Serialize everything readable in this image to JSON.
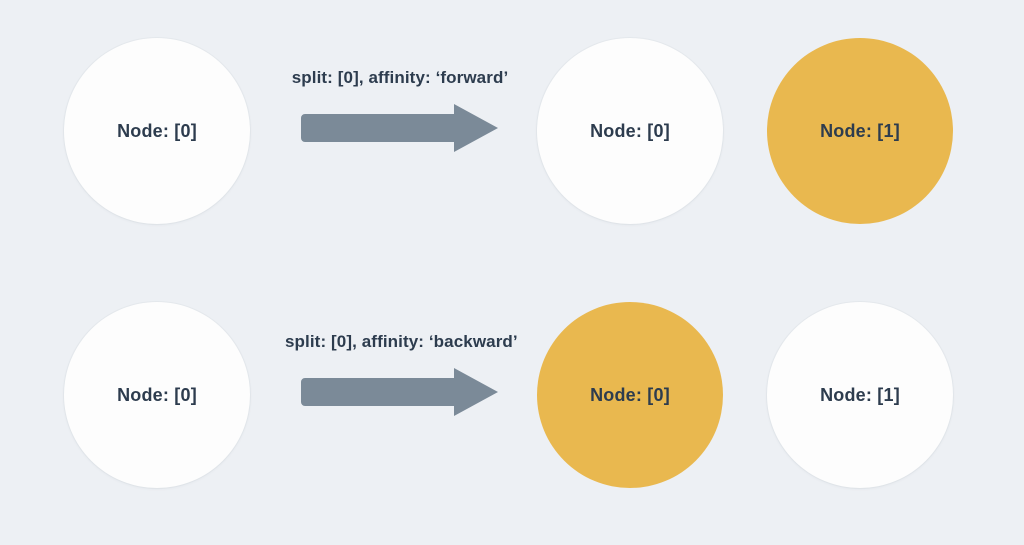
{
  "colors": {
    "background": "#edf0f4",
    "node_fill": "#fdfdfd",
    "node_highlight": "#e9b84f",
    "arrow": "#7b8a98",
    "text": "#2d3c4e"
  },
  "diagram": {
    "rows": [
      {
        "arrow_label": "split: [0], affinity: ‘forward’",
        "source": {
          "label": "Node: [0]",
          "highlighted": false
        },
        "result_a": {
          "label": "Node: [0]",
          "highlighted": false
        },
        "result_b": {
          "label": "Node: [1]",
          "highlighted": true
        }
      },
      {
        "arrow_label": "split: [0], affinity: ‘backward’",
        "source": {
          "label": "Node: [0]",
          "highlighted": false
        },
        "result_a": {
          "label": "Node: [0]",
          "highlighted": true
        },
        "result_b": {
          "label": "Node: [1]",
          "highlighted": false
        }
      }
    ]
  }
}
